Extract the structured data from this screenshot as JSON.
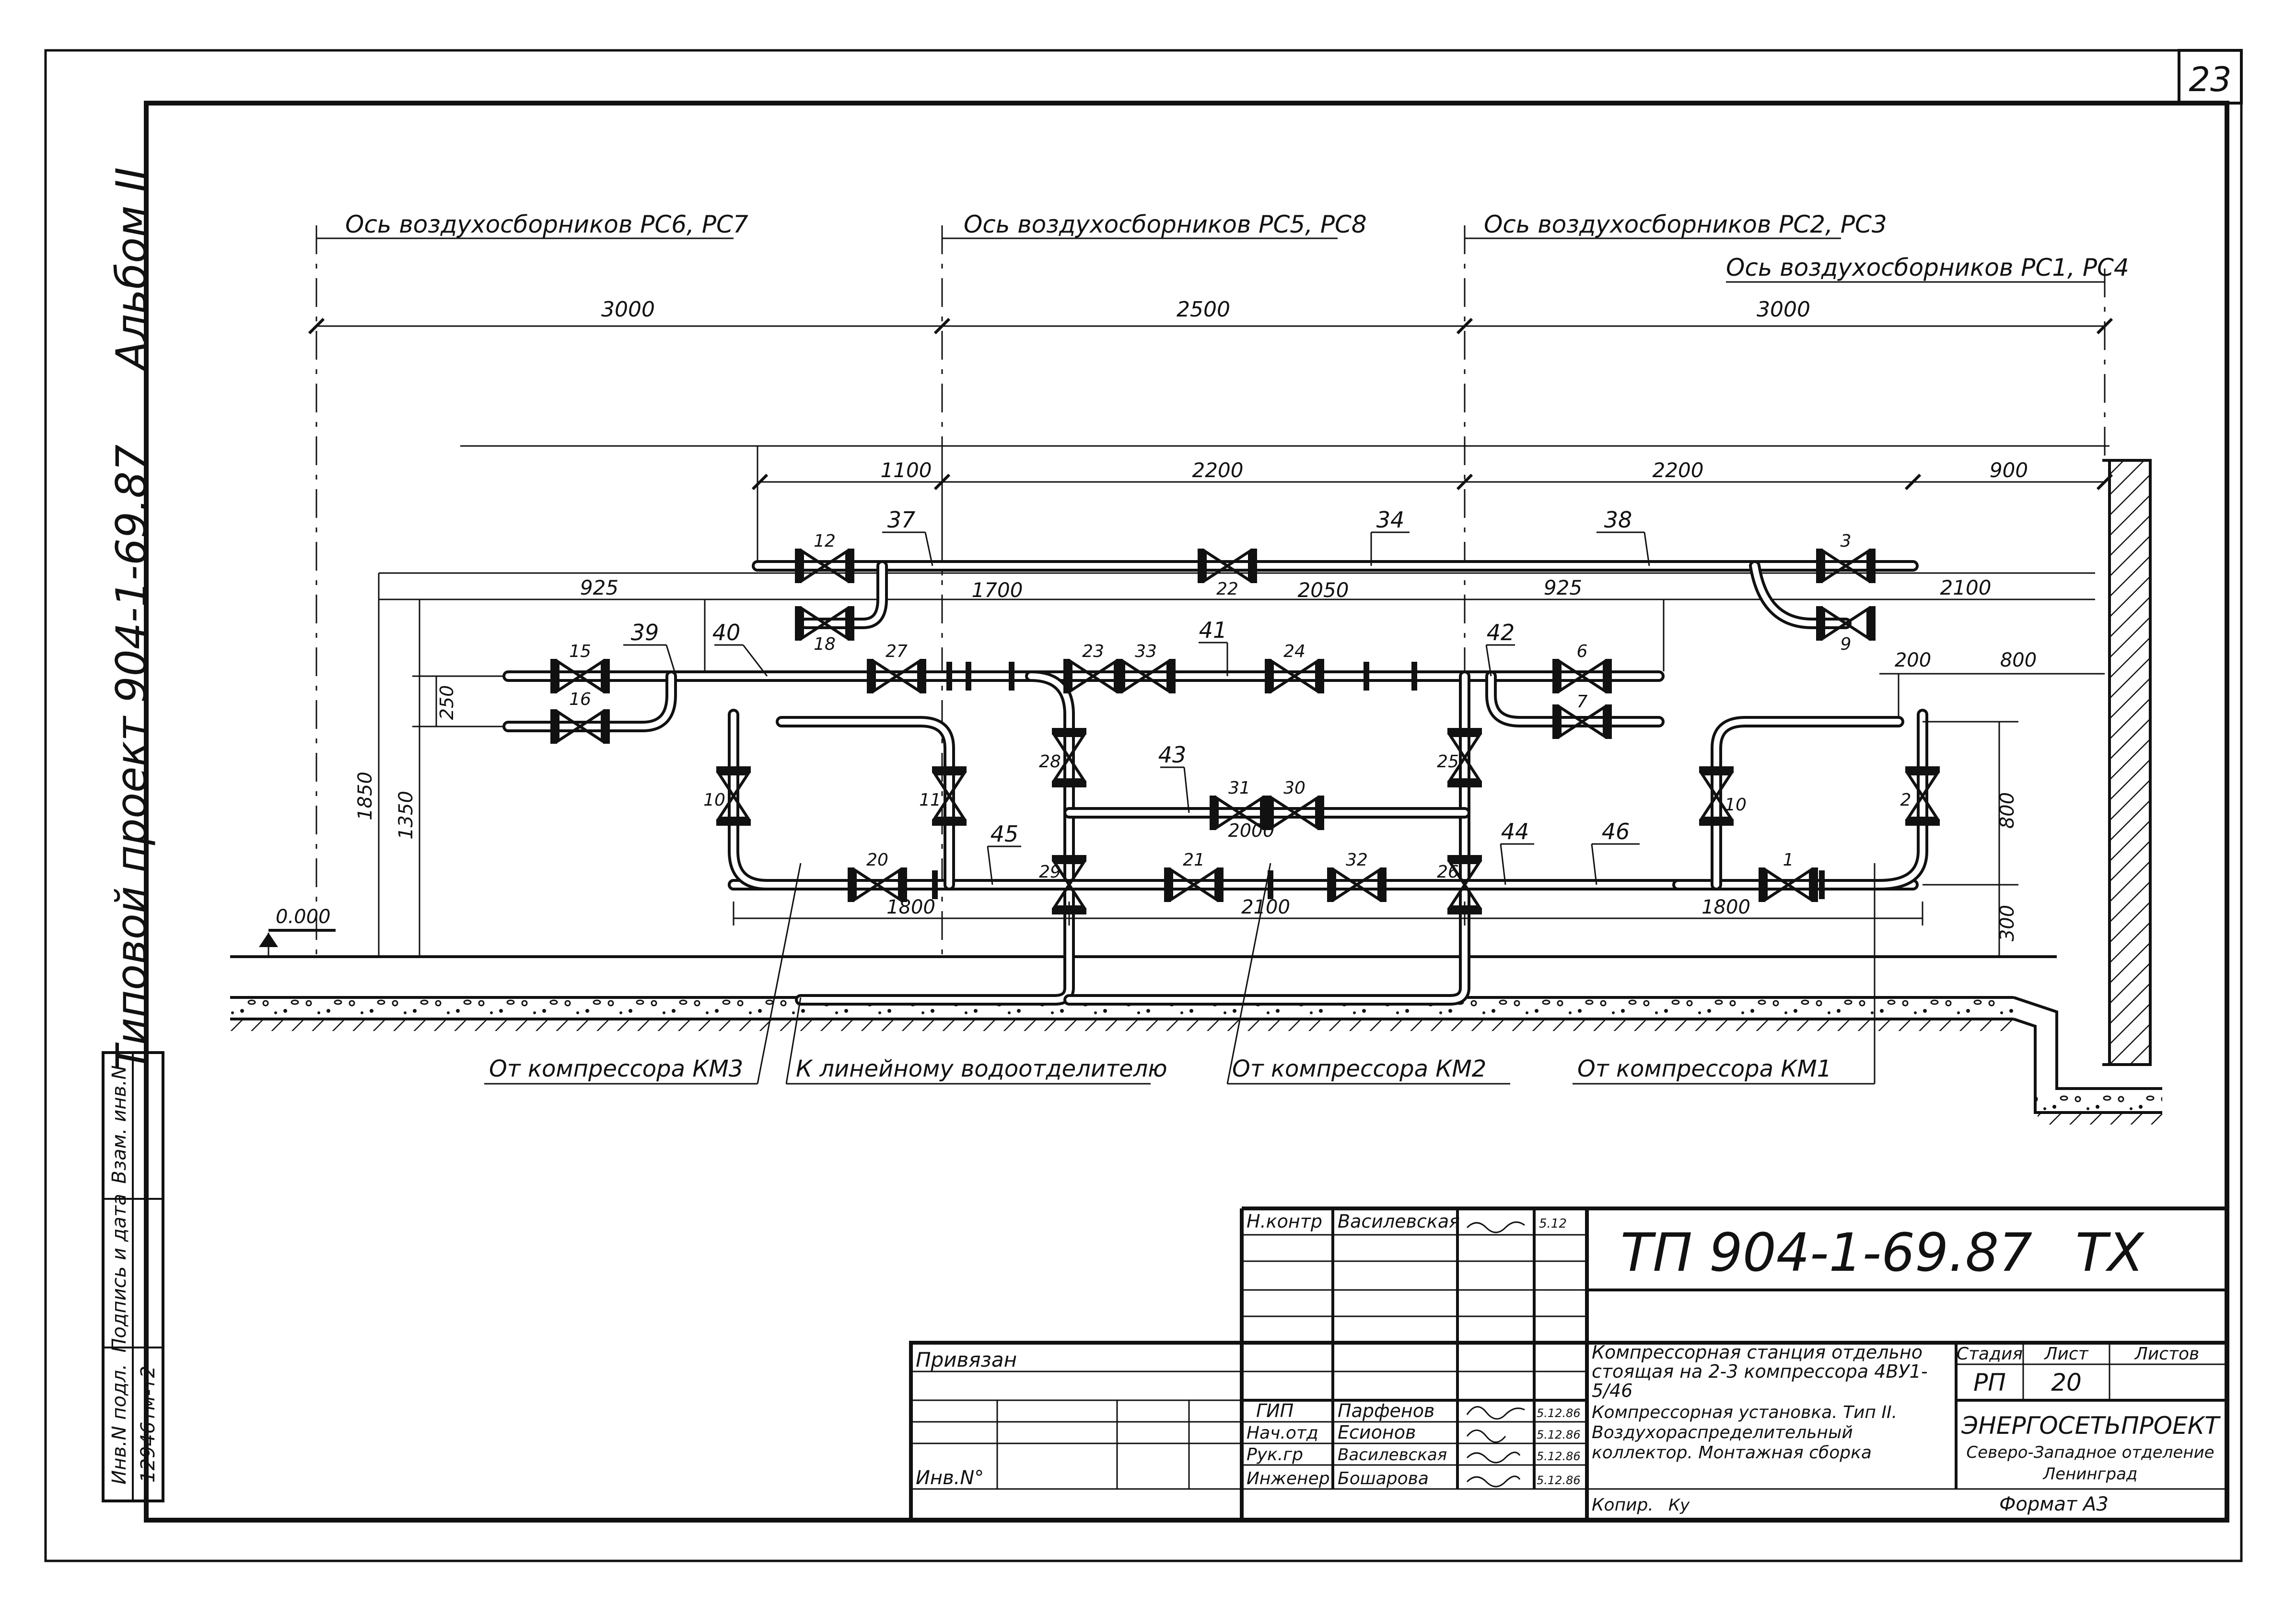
{
  "sheet": {
    "page_number": "23",
    "album": "Альбом II",
    "project_vertical": "Типовой проект 904-1-69.87",
    "format": "Формат А3",
    "copied": "Копир.",
    "copier_sign": "Ку"
  },
  "axes": [
    {
      "label": "Ось воздухосборников РС6, РС7"
    },
    {
      "label": "Ось воздухосборников РС5, РС8"
    },
    {
      "label": "Ось воздухосборников РС2, РС3"
    },
    {
      "label": "Ось воздухосборников РС1, РС4"
    }
  ],
  "dimensions": {
    "top": [
      "3000",
      "2500",
      "3000"
    ],
    "upper": [
      "1100",
      "2200",
      "2200",
      "900"
    ],
    "second": [
      "925",
      "1700",
      "2050",
      "925",
      "2100"
    ],
    "right": [
      "200",
      "800"
    ],
    "left": [
      "250",
      "1850",
      "1350"
    ],
    "level": "0.000",
    "lower_right": [
      "800",
      "300"
    ],
    "bottom": [
      "1800",
      "2100",
      "1800"
    ],
    "mid": "2000"
  },
  "labels": {
    "valves": [
      "12",
      "18",
      "22",
      "3",
      "9",
      "15",
      "16",
      "27",
      "23",
      "33",
      "24",
      "6",
      "7",
      "10",
      "11",
      "28",
      "31",
      "30",
      "25",
      "10",
      "2",
      "20",
      "29",
      "21",
      "32",
      "26",
      "1"
    ],
    "callouts": [
      "37",
      "34",
      "38",
      "39",
      "40",
      "41",
      "42",
      "43",
      "45",
      "44",
      "46"
    ]
  },
  "sources": [
    {
      "text": "От компрессора КМ3"
    },
    {
      "text": "К линейному водоотделителю"
    },
    {
      "text": "От компрессора КМ2"
    },
    {
      "text": "От компрессора КМ1"
    }
  ],
  "side_stamp": {
    "inv": "Инв.N подл.",
    "sign_date": "Подпись и дата",
    "replace": "Взам. инв.N",
    "inv_value": "12946тм-т2"
  },
  "title_block": {
    "code": "ТП 904-1-69.87",
    "mark": "ТХ",
    "bound": "Привязан",
    "inv_no": "Инв.N°",
    "description_1": "Компрессорная станция отдельно стоящая на 2-3 компрессора 4ВУ1-5/46",
    "description_2": "Компрессорная установка. Тип II. Воздухораспределительный коллектор. Монтажная сборка",
    "stage_header": "Стадия",
    "sheet_header": "Лист",
    "sheets_header": "Листов",
    "stage": "РП",
    "sheet": "20",
    "org": "ЭНЕРГОСЕТЬПРОЕКТ",
    "org_branch": "Северо-Западное отделение",
    "org_city": "Ленинград",
    "roles": [
      {
        "role": "Н.контр",
        "name": "Василевская",
        "date": "5.12"
      },
      {
        "role": "ГИП",
        "name": "Парфенов",
        "date": "5.12.86"
      },
      {
        "role": "Нач.отд",
        "name": "Есионов",
        "date": "5.12.86"
      },
      {
        "role": "Рук.гр",
        "name": "Василевская",
        "date": "5.12.86"
      },
      {
        "role": "Инженер",
        "name": "Бошарова",
        "date": "5.12.86"
      }
    ]
  }
}
